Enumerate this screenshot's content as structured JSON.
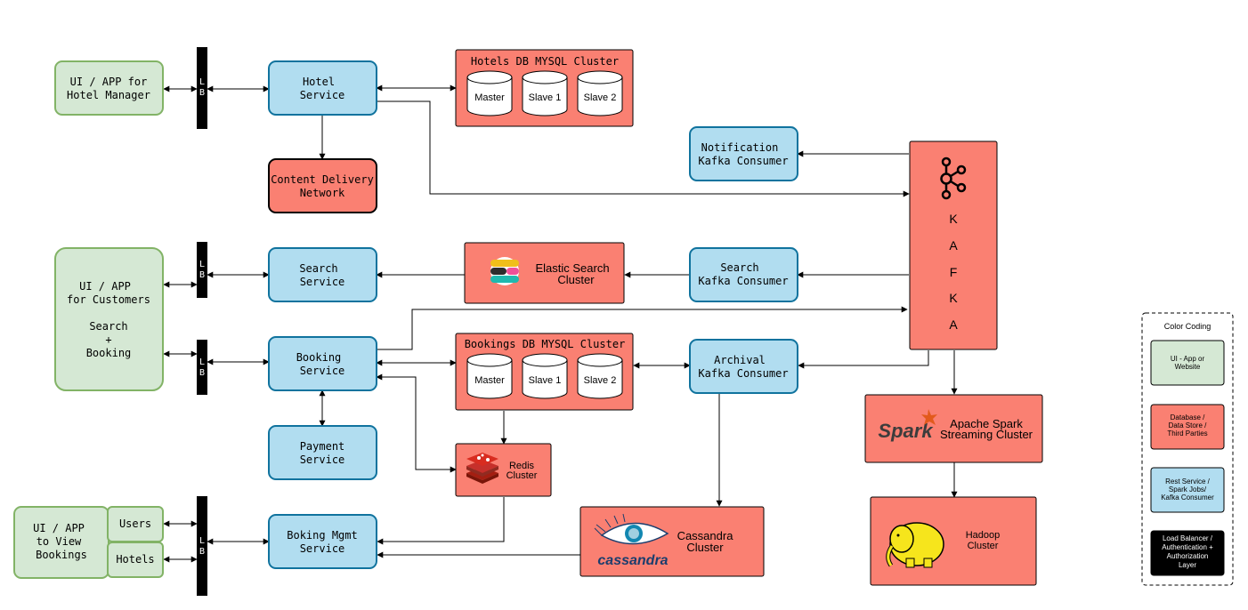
{
  "colors": {
    "green": "#d5e8d4",
    "green_stroke": "#82b366",
    "blue": "#b1ddf0",
    "blue_stroke": "#10739e",
    "red": "#fa8072",
    "red_stroke": "#222222",
    "black": "#000000"
  },
  "lb": {
    "l": "L",
    "b": "B"
  },
  "clients": {
    "hotel_manager": [
      "UI / APP for",
      "Hotel Manager"
    ],
    "customers": [
      "UI / APP",
      "for Customers",
      "",
      "Search",
      "+",
      "Booking"
    ],
    "view_bookings": [
      "UI / APP",
      "to View",
      "Bookings"
    ],
    "users": "Users",
    "hotels": "Hotels"
  },
  "services": {
    "hotel": [
      "Hotel",
      "Service"
    ],
    "search": [
      "Search",
      "Service"
    ],
    "booking": [
      "Booking",
      "Service"
    ],
    "payment": [
      "Payment",
      "Service"
    ],
    "booking_mgmt": [
      "Boking Mgmt",
      "Service"
    ],
    "notification": [
      "Notification",
      "Kafka Consumer"
    ],
    "search_consumer": [
      "Search",
      "Kafka Consumer"
    ],
    "archival": [
      "Archival",
      "Kafka Consumer"
    ]
  },
  "stores": {
    "cdn": [
      "Content Delivery",
      "Network"
    ],
    "hotels_db": {
      "title": "Hotels DB MYSQL Cluster",
      "nodes": [
        "Master",
        "Slave 1",
        "Slave 2"
      ]
    },
    "bookings_db": {
      "title": "Bookings DB MYSQL Cluster",
      "nodes": [
        "Master",
        "Slave 1",
        "Slave 2"
      ]
    },
    "elastic": [
      "Elastic Search",
      "Cluster"
    ],
    "redis": [
      "Redis",
      "Cluster"
    ],
    "cassandra": [
      "Cassandra",
      "Cluster"
    ],
    "cassandra_logo": "cassandra",
    "spark": [
      "Apache Spark",
      "Streaming Cluster"
    ],
    "spark_logo": "Spark",
    "hadoop": [
      "Hadoop",
      "Cluster"
    ],
    "kafka": [
      "K",
      "A",
      "F",
      "K",
      "A"
    ]
  },
  "legend": {
    "title": "Color Coding",
    "ui": [
      "UI - App or",
      "Website"
    ],
    "db": [
      "Database /",
      "Data Store /",
      "Third Parties"
    ],
    "rest": [
      "Rest Service /",
      "Spark Jobs/",
      "Kafka Consumer"
    ],
    "lb": [
      "Load Balancer /",
      "Authentication +",
      "Authorization",
      "Layer"
    ]
  }
}
